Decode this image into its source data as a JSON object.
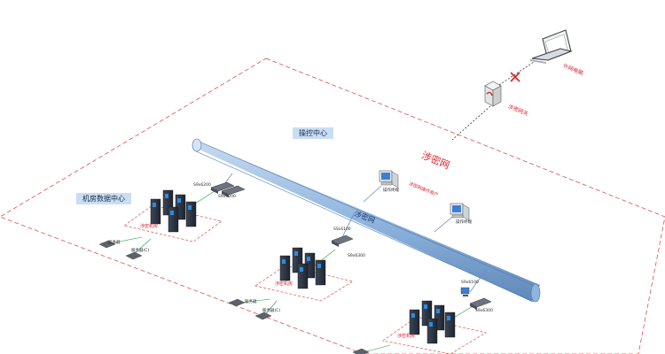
{
  "labels": {
    "control_center": "操控中心",
    "data_center": "机房数据中心",
    "classified_net": "涉密网",
    "pipe_label": "涉密网",
    "gateway": "涉密网关",
    "external_pc": "外网电脑",
    "classified_users": "涉密网操作用户",
    "operator_1": "操作终端",
    "operator_2": "操作终端",
    "zone_1": "涉密机房",
    "zone_2": "涉密机房",
    "zone_3": "涉密机房",
    "switch_1a": "S9x6200",
    "switch_1b": "S9x6200",
    "switch_2a": "SSL6100",
    "switch_2b": "S9x6300",
    "switch_3a": "S9x6100",
    "switch_3b": "S9x6300",
    "device_1a": "服务器",
    "device_1b": "服务器(C)",
    "device_2a": "服务器",
    "device_2b": "服务器(C)"
  },
  "colors": {
    "dashed_border": "#d9504f",
    "pipe_blue": "#8bb3dd",
    "label_bg": "#c9def4",
    "red_text": "#d8242b"
  },
  "icons": {
    "laptop": "laptop-icon",
    "gateway": "gateway-icon",
    "block": "blocked-x-icon",
    "server_rack": "server-rack-icon",
    "workstation": "workstation-icon",
    "switch": "switch-icon"
  }
}
